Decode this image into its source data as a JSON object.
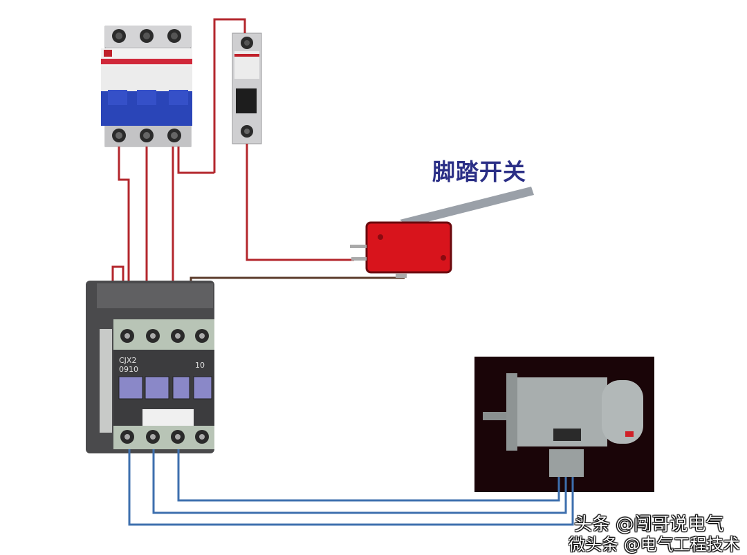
{
  "diagram": {
    "title_label": "脚踏开关",
    "components": {
      "three_pole_breaker": {
        "name": "3P circuit breaker",
        "poles": 3,
        "handle_color": "#2a45b8",
        "band_color": "#d0283a"
      },
      "single_pole_breaker": {
        "name": "1P circuit breaker",
        "poles": 1
      },
      "foot_switch": {
        "name": "foot switch (micro switch)",
        "body_color": "#d8141c"
      },
      "contactor": {
        "name": "AC contactor",
        "model_text": "CJX2 0910",
        "aux_text": "10"
      },
      "motor": {
        "name": "three-phase motor",
        "background": "#1a0508"
      }
    },
    "wires": {
      "control_color": "#b3262c",
      "coil_color": "#5a3a2a",
      "load_color": "#3d6fae"
    }
  },
  "watermark": {
    "line1": "头条 @闯哥说电气",
    "line2": "微头条 @电气工程技术"
  }
}
